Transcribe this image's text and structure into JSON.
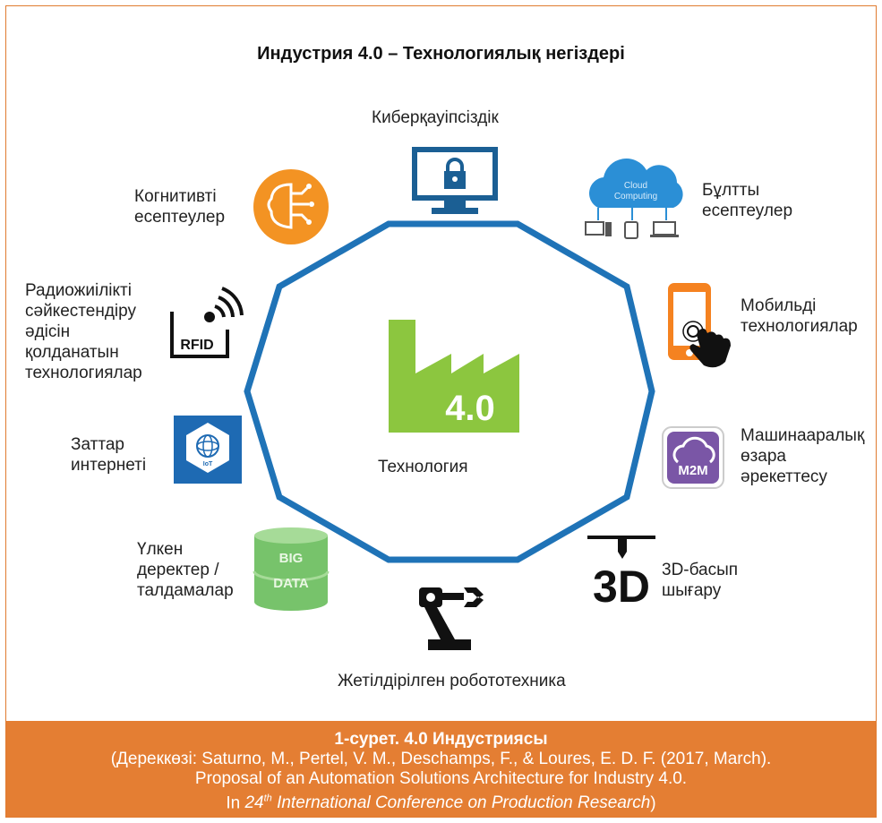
{
  "title": "Индустрия 4.0 – Технологиялық негіздері",
  "center": {
    "badge": "4.0",
    "label": "Технология"
  },
  "nodes": {
    "cybersecurity": "Киберқауіпсіздік",
    "cloud": [
      "Бұлтты",
      "есептеулер"
    ],
    "cloud_icon_text": [
      "Cloud",
      "Computing"
    ],
    "mobile": [
      "Мобильді",
      "технологиялар"
    ],
    "m2m": [
      "Машинааралық",
      "өзара",
      "әрекеттесу"
    ],
    "m2m_icon_text": "M2M",
    "printing": [
      "3D-басып",
      "шығару"
    ],
    "printing_icon_text": "3D",
    "robotics": "Жетілдірілген робототехника",
    "bigdata": [
      "Үлкен",
      "деректер /",
      "талдамалар"
    ],
    "bigdata_icon_text": [
      "BIG",
      "DATA"
    ],
    "iot": [
      "Заттар",
      "интернеті"
    ],
    "iot_icon_text": "IoT",
    "rfid": [
      "Радиожиілікті",
      "сәйкестендіру",
      "әдісін",
      "қолданатын",
      "технологиялар"
    ],
    "rfid_icon_text": "RFID",
    "cognitive": [
      "Когнитивті",
      "есептеулер"
    ]
  },
  "caption": {
    "title": "1-сурет. 4.0 Индустриясы",
    "line1": "(Дереккөзі: Saturno, M., Pertel, V. M., Deschamps, F., & Loures, E. D. F. (2017, March).",
    "line2": "Proposal of an Automation Solutions Architecture for Industry 4.0.",
    "line3_prefix": "In ",
    "line3_num": "24",
    "line3_sup": "th",
    "line3_italic": " International Conference on Production Research",
    "line3_suffix": ")"
  },
  "colors": {
    "frame": "#e07b30",
    "caption_bg": "#e47e33",
    "polygon": "#1f73b7",
    "factory": "#8cc63f",
    "brain": "#f39323",
    "cloud": "#2b8fd6",
    "monitor": "#1b5f94",
    "phone": "#f58220",
    "m2m": "#7a56a6",
    "bigdata": "#77c36b",
    "iot": "#1e6ab3"
  }
}
